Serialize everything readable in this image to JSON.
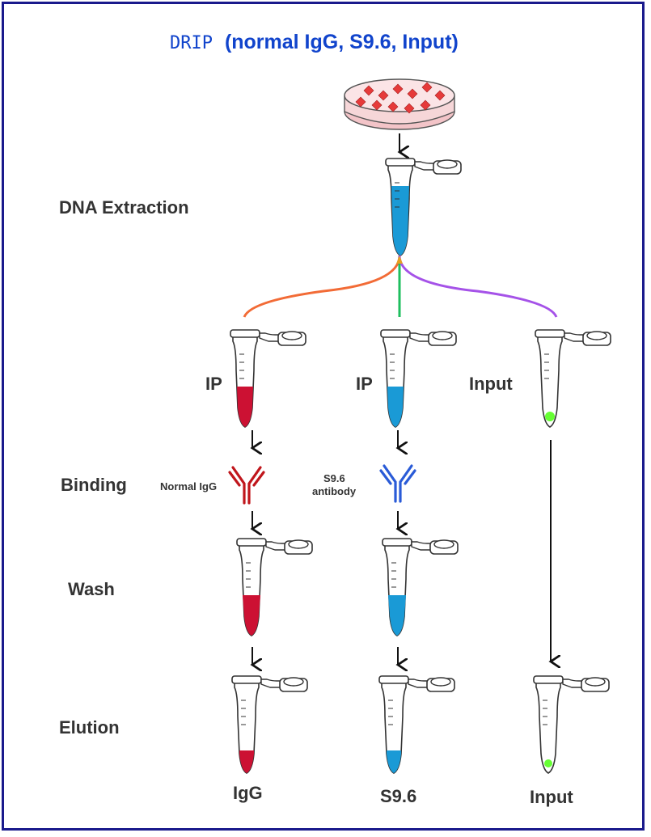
{
  "title": {
    "prefix": "DRIP",
    "suffix": "(normal IgG, S9.6, Input)",
    "color": "#1144cc"
  },
  "steps": {
    "extraction": "DNA Extraction",
    "binding": "Binding",
    "wash": "Wash",
    "elution": "Elution"
  },
  "tube_labels": {
    "ip_left": "IP",
    "ip_middle": "IP",
    "input": "Input"
  },
  "antibodies": {
    "normal_igg": "Normal IgG",
    "s96_line1": "S9.6",
    "s96_line2": "antibody"
  },
  "final_labels": {
    "igg": "IgG",
    "s96": "S9.6",
    "input": "Input"
  },
  "colors": {
    "frame": "#1a1a8c",
    "igg_red": "#cc1133",
    "s96_blue": "#1a9ad6",
    "input_green": "#66ff33",
    "antibody_red": "#c0161c",
    "antibody_blue": "#2a5bd7",
    "branch_orange": "#f26b36",
    "branch_green": "#1fbf5f",
    "branch_purple": "#a552e8"
  }
}
